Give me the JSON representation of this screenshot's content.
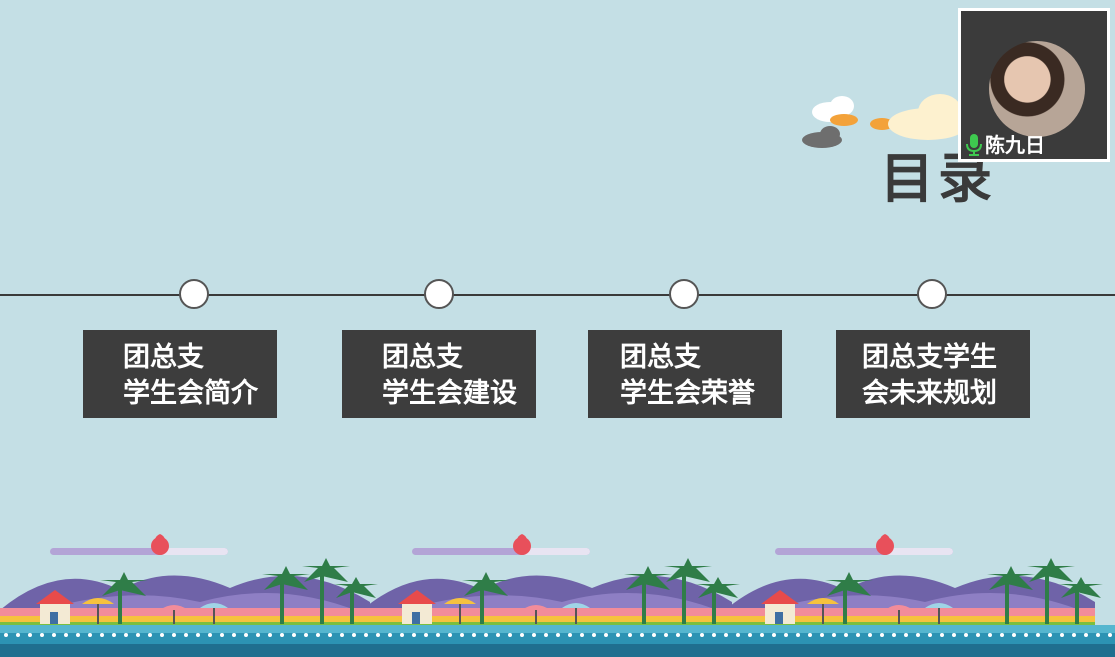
{
  "slide": {
    "title": "目录",
    "sections": [
      {
        "line1": "团总支",
        "line2": "学生会简介"
      },
      {
        "line1": "团总支",
        "line2": "学生会建设"
      },
      {
        "line1": "团总支",
        "line2": "学生会荣誉"
      },
      {
        "line1": "团总支学生",
        "line2": "会未来规划"
      }
    ]
  },
  "webcam": {
    "participant_name": "陈九日"
  },
  "colors": {
    "background": "#c4dfe5",
    "card": "#3d3d3d",
    "text_dark": "#3a3a3a",
    "mic_green": "#3ec94f"
  }
}
